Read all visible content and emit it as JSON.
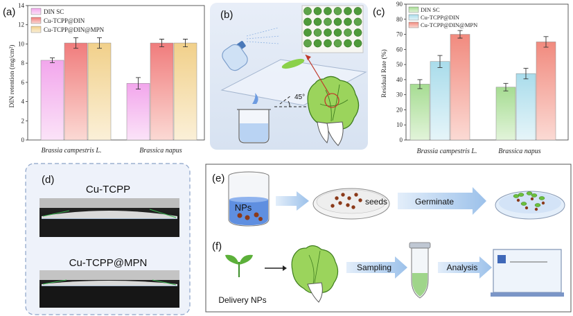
{
  "panels": {
    "a": "(a)",
    "b": "(b)",
    "c": "(c)",
    "d": "(d)",
    "e": "(e)",
    "f": "(f)"
  },
  "chart_data": [
    {
      "type": "bar",
      "panel": "a",
      "categories": [
        "Brassia campestris L.",
        "Brassica napus"
      ],
      "series": [
        {
          "name": "DIN SC",
          "values": [
            8.3,
            5.9
          ],
          "errors": [
            0.25,
            0.6
          ],
          "color": "#f4b8ef"
        },
        {
          "name": "Cu-TCPP@DIN",
          "values": [
            10.1,
            10.1
          ],
          "errors": [
            0.55,
            0.4
          ],
          "color": "#f28c8c"
        },
        {
          "name": "Cu-TCPP@DIN@MPN",
          "values": [
            10.1,
            10.1
          ],
          "errors": [
            0.55,
            0.4
          ],
          "color": "#f3dba0"
        }
      ],
      "ylabel": "DIN retention (mg/cm²)",
      "ylim": [
        0,
        14
      ],
      "yticks": [
        "0",
        "2",
        "4",
        "6",
        "8",
        "10",
        "12",
        "14"
      ],
      "legend": "top-left"
    },
    {
      "type": "bar",
      "panel": "c",
      "categories": [
        "Brassia campestris L.",
        "Brassica napus"
      ],
      "series": [
        {
          "name": "DIN SC",
          "values": [
            37,
            35
          ],
          "errors": [
            3,
            2.5
          ],
          "color": "#b5e2a4"
        },
        {
          "name": "Cu-TCPP@DIN",
          "values": [
            52,
            44
          ],
          "errors": [
            4,
            3.5
          ],
          "color": "#bfe6ef"
        },
        {
          "name": "Cu-TCPP@DIN@MPN",
          "values": [
            70,
            65
          ],
          "errors": [
            2.5,
            3.5
          ],
          "color": "#f39e92"
        }
      ],
      "ylabel": "Residual Rate (%)",
      "ylim": [
        0,
        90
      ],
      "yticks": [
        "0",
        "10",
        "20",
        "30",
        "40",
        "50",
        "60",
        "70",
        "80",
        "90"
      ],
      "legend": "top-left"
    }
  ],
  "panel_b": {
    "angle": "45°"
  },
  "panel_d": {
    "top_title": "Cu-TCPP",
    "bottom_title": "Cu-TCPP@MPN"
  },
  "panel_e": {
    "beaker_label": "NPs",
    "seeds_label": "seeds",
    "arrow_label": "Germinate"
  },
  "panel_f": {
    "seedling_label": "Delivery NPs",
    "arrow1_label": "Sampling",
    "arrow2_label": "Analysis"
  }
}
